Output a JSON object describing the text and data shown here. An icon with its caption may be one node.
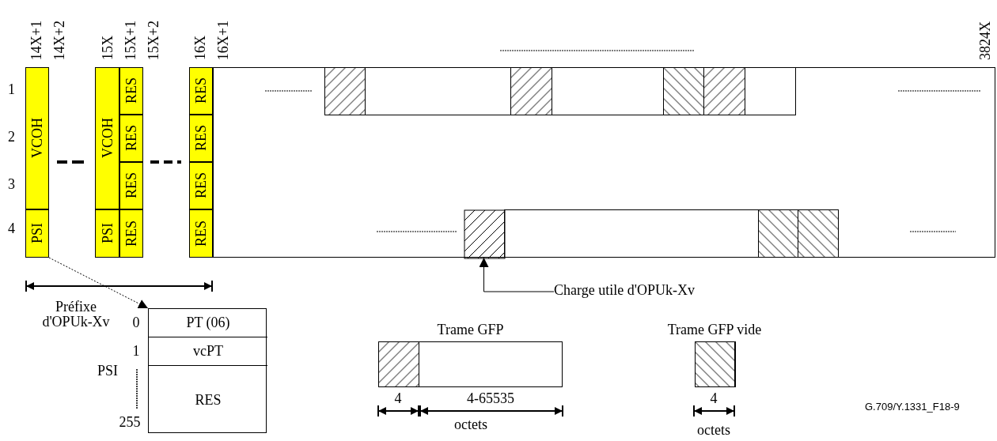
{
  "diagram": {
    "nodes": [
      {
        "text": [
          "VCOH"
        ]
      },
      {
        "text": [
          "PSI"
        ]
      },
      {
        "text": [
          "VCOH"
        ]
      },
      {
        "text": [
          "PSI"
        ]
      },
      {
        "text": [
          "RES"
        ]
      },
      {
        "text": [
          "RES"
        ]
      },
      {
        "text": [
          "RES"
        ]
      },
      {
        "text": [
          "RES"
        ]
      },
      {
        "text": [
          "RES"
        ]
      },
      {
        "text": [
          "RES"
        ]
      },
      {
        "text": [
          "RES"
        ]
      },
      {
        "text": [
          "RES"
        ]
      },
      {
        "text": [],
        "shape": "box"
      },
      {
        "text": [],
        "shape": "box",
        "in": 12
      },
      {
        "text": [
          "Charge utile d'OPUk-Xv"
        ]
      },
      {
        "text": [],
        "shape": "box"
      },
      {
        "text": [
          "PT (06)"
        ],
        "in": 15
      },
      {
        "text": [
          "vcPT"
        ],
        "in": 15
      },
      {
        "text": [
          "RES"
        ],
        "in": 15
      },
      {
        "text": [
          "Trame GFP"
        ]
      },
      {
        "text": [
          "Trame GFP vide"
        ]
      }
    ],
    "edges": [
      {
        "from": 1,
        "to": 15,
        "arrow": "to",
        "style": "dashed"
      },
      {
        "from": 14,
        "to": 13,
        "arrow": "to"
      }
    ],
    "labels": [
      "14X+1",
      "14X+2",
      "15X",
      "15X+1",
      "15X+2",
      "16X",
      "16X+1",
      "3824X",
      "1",
      "2",
      "3",
      "4",
      "Préfixe d'OPUk-Xv",
      "0",
      "1",
      "PSI",
      "255",
      "4",
      "4-65535",
      "octets",
      "4",
      "octets",
      "G.709/Y.1331_F18-9"
    ]
  }
}
